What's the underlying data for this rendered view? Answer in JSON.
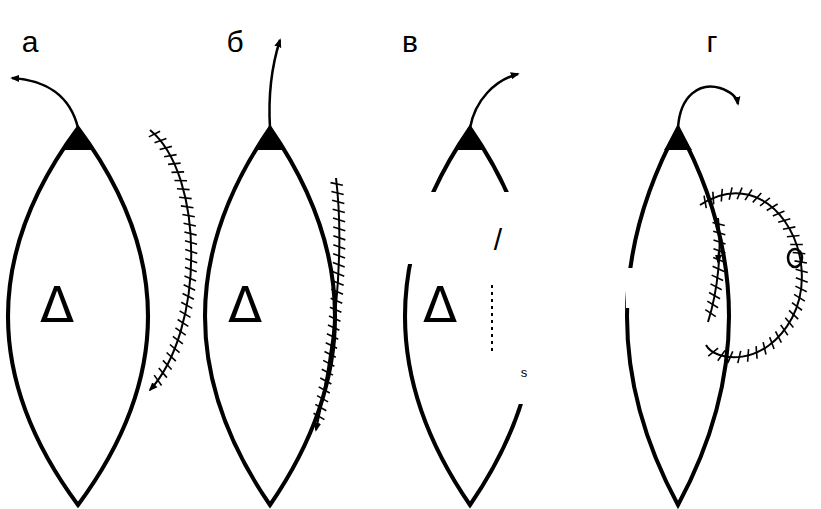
{
  "diagram": {
    "nodes": [
      {
        "text": [
          "Δ"
        ]
      },
      {
        "text": [
          "Δ"
        ]
      },
      {
        "text": [
          "Δ"
        ]
      }
    ],
    "labels": [
      "а",
      "б",
      "в",
      "г",
      "/",
      "s"
    ]
  }
}
